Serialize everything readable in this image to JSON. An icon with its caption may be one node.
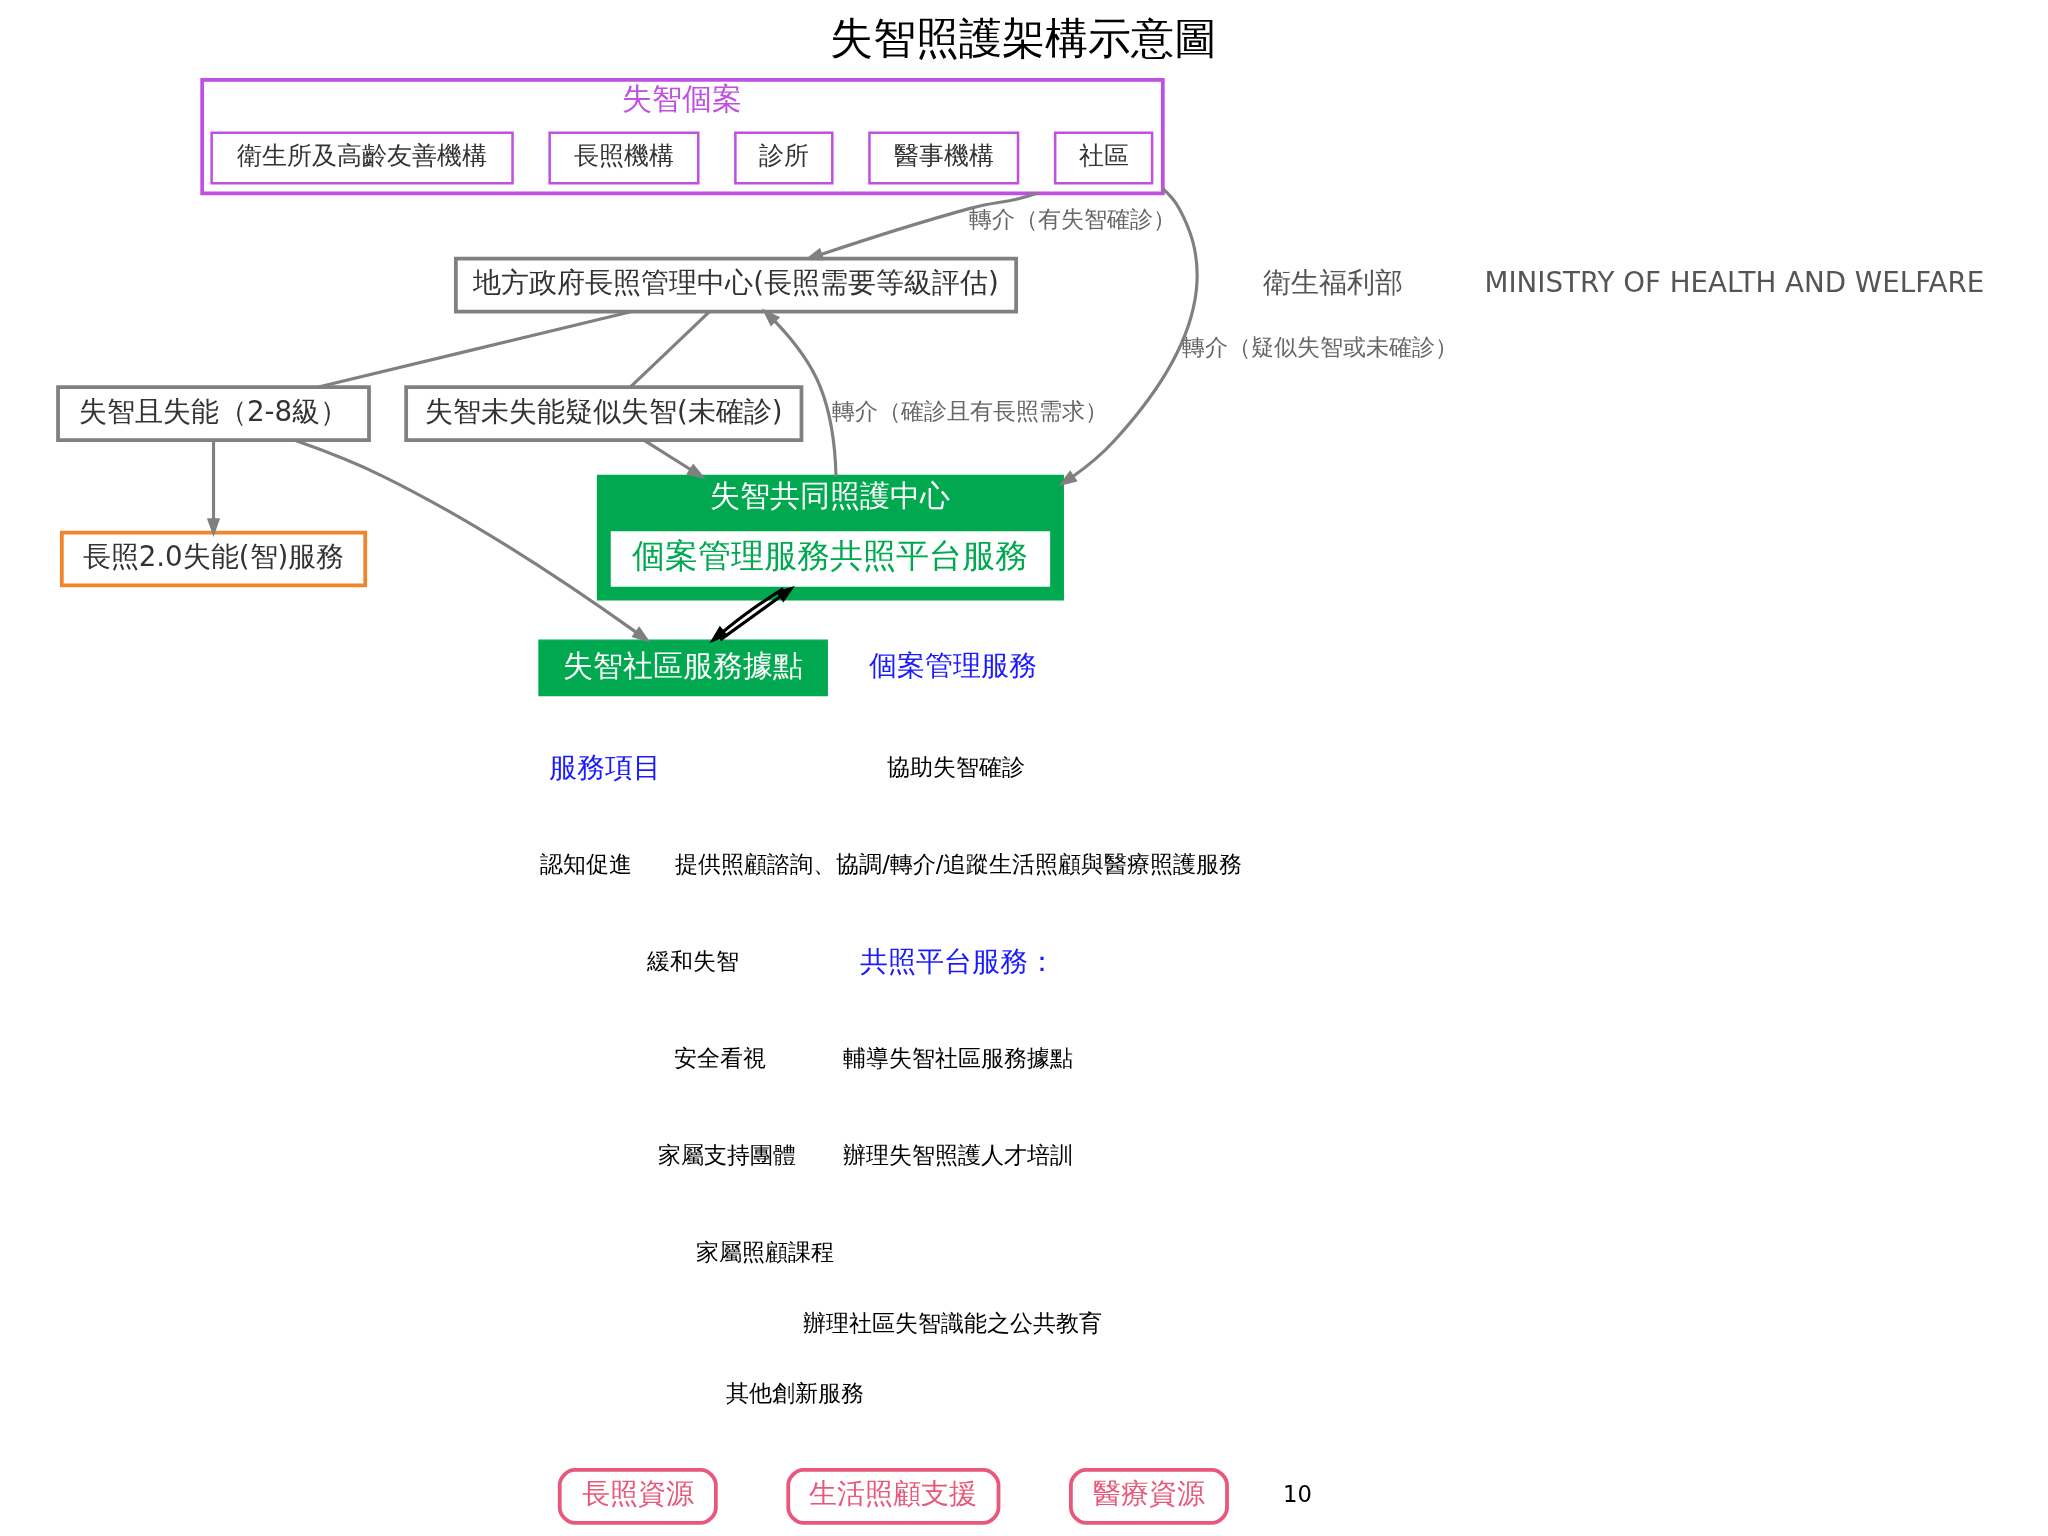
{
  "diagram": {
    "title": "失智照護架構示意圖",
    "nodes": [
      {
        "text": [
          "地方政府長照管理中心(長照需要等級評估)"
        ]
      },
      {
        "text": [
          "失智且失能（2-8級）"
        ]
      },
      {
        "text": [
          "失智未失能疑似失智(未確診)"
        ]
      },
      {
        "text": [
          "失智個案"
        ]
      },
      {
        "text": [
          "社區"
        ],
        "in": 3
      },
      {
        "text": [
          "醫事機構"
        ],
        "in": 3
      },
      {
        "text": [
          "診所"
        ],
        "in": 3
      },
      {
        "text": [
          "長照機構"
        ],
        "in": 3
      },
      {
        "text": [
          "衛生所及高齡友善機構"
        ],
        "in": 3
      },
      {
        "text": [
          "失智共同照護中心"
        ]
      },
      {
        "text": [
          "個案管理服務共照平台服務"
        ],
        "in": 9
      },
      {
        "text": [
          "長照2.0失能(智)服務"
        ]
      },
      {
        "text": [
          "失智社區服務據點"
        ]
      },
      {
        "text": [
          "長照資源"
        ]
      },
      {
        "text": [
          "生活照顧支援"
        ]
      },
      {
        "text": [
          "醫療資源"
        ]
      }
    ],
    "edges": [
      {
        "from": 3,
        "to": 0,
        "arrow": "to",
        "label": "轉介（有失智確診）"
      },
      {
        "from": 9,
        "to": 0,
        "arrow": "to",
        "label": "轉介（確診且有長照需求）"
      },
      {
        "from": 0,
        "to": 1,
        "arrow": "none"
      },
      {
        "from": 0,
        "to": 2,
        "arrow": "none"
      },
      {
        "from": 2,
        "to": 9,
        "arrow": "to"
      },
      {
        "from": 3,
        "to": 9,
        "arrow": "to",
        "label": "轉介（疑似失智或未確診）"
      },
      {
        "from": 1,
        "to": 11,
        "arrow": "to"
      },
      {
        "from": 1,
        "to": 12,
        "arrow": "to"
      },
      {
        "from": 12,
        "to": 10,
        "arrow": "to",
        "color": "#000000"
      },
      {
        "from": 10,
        "to": 12,
        "arrow": "to",
        "color": "#000000"
      }
    ],
    "labels": [
      "衛生福利部",
      "MINISTRY OF HEALTH AND WELFARE",
      "服務項目",
      "認知促進",
      "緩和失智",
      "安全看視",
      "家屬支持團體",
      "家屬照顧課程",
      "其他創新服務",
      "個案管理服務",
      "協助失智確診",
      "提供照顧諮詢、協調/轉介/追蹤生活照顧與醫療照護服務",
      "共照平台服務：",
      "輔導失智社區服務據點",
      "辦理失智照護人才培訓",
      "辦理社區失智識能之公共教育",
      "10"
    ]
  }
}
